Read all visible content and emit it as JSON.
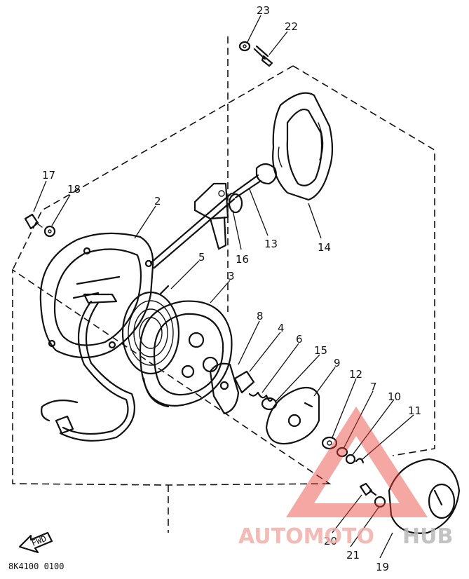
{
  "diagram": {
    "part_labels": [
      "23",
      "22",
      "17",
      "18",
      "2",
      "5",
      "3",
      "16",
      "13",
      "14",
      "8",
      "4",
      "6",
      "15",
      "9",
      "12",
      "7",
      "10",
      "11",
      "20",
      "21",
      "19"
    ],
    "fwd_label": "FWD",
    "drawing_code": "8K4100 0100"
  },
  "watermark": {
    "brand_part1": "AUTOMOTO",
    "brand_part2": "HUB",
    "color_red": "#e8423a",
    "color_grey": "#8a8a8a"
  }
}
